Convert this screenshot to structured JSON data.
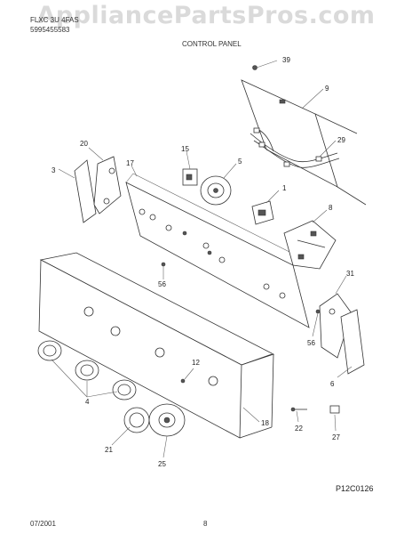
{
  "header": {
    "model_line": "FLXC 3U 4FAS",
    "part_number": "5995455583",
    "title": "CONTROL PANEL"
  },
  "watermark": "AppliancePartsPros.com",
  "callouts": [
    "39",
    "9",
    "29",
    "20",
    "15",
    "5",
    "17",
    "3",
    "1",
    "8",
    "56",
    "31",
    "56",
    "12",
    "4",
    "6",
    "18",
    "22",
    "27",
    "21",
    "25"
  ],
  "diagram_code": "P12C0126",
  "footer": {
    "date": "07/2001",
    "page": "8"
  }
}
